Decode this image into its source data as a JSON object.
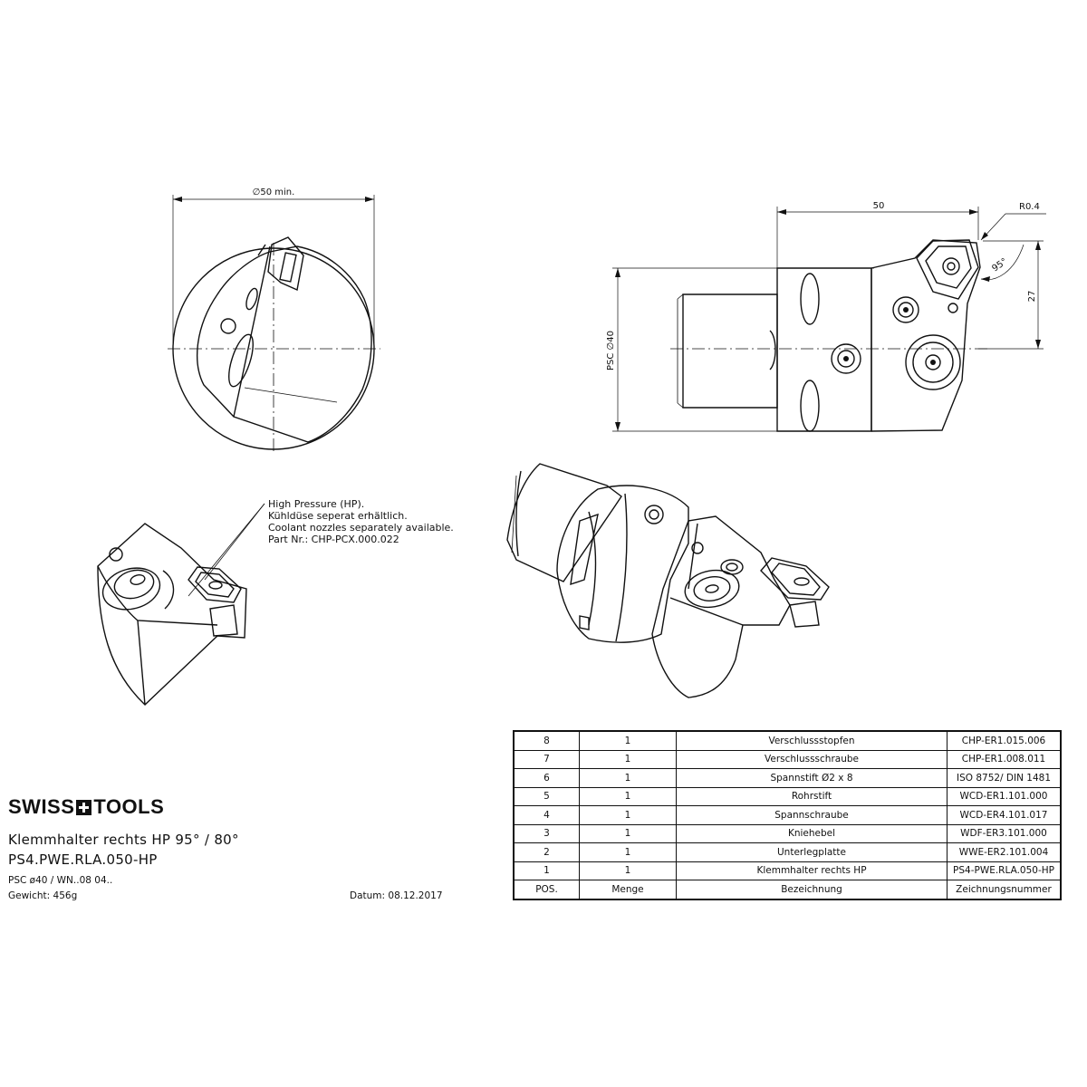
{
  "drawing": {
    "dimensions": {
      "diameter_min": "∅50 min.",
      "length_50": "50",
      "radius": "R0.4",
      "angle": "95°",
      "height_27": "27",
      "psc_diameter": "PSC ∅40"
    },
    "coolant_note": [
      "High Pressure (HP).",
      "Kühldüse seperat erhältlich.",
      "Coolant nozzles separately available.",
      "Part Nr.: CHP-PCX.000.022"
    ]
  },
  "title_block": {
    "brand_left": "SWISS",
    "brand_right": "TOOLS",
    "title": "Klemmhalter rechts HP  95° / 80°",
    "part_number": "PS4.PWE.RLA.050-HP",
    "spec": "PSC ø40 / WN..08 04..",
    "weight": "Gewicht: 456g",
    "date": "Datum: 08.12.2017"
  },
  "parts_table": {
    "rows": [
      {
        "pos": "8",
        "qty": "1",
        "name": "Verschlussstopfen",
        "drawing_no": "CHP-ER1.015.006"
      },
      {
        "pos": "7",
        "qty": "1",
        "name": "Verschlussschraube",
        "drawing_no": "CHP-ER1.008.011"
      },
      {
        "pos": "6",
        "qty": "1",
        "name": "Spannstift Ø2 x 8",
        "drawing_no": "ISO 8752/ DIN 1481"
      },
      {
        "pos": "5",
        "qty": "1",
        "name": "Rohrstift",
        "drawing_no": "WCD-ER1.101.000"
      },
      {
        "pos": "4",
        "qty": "1",
        "name": "Spannschraube",
        "drawing_no": "WCD-ER4.101.017"
      },
      {
        "pos": "3",
        "qty": "1",
        "name": "Kniehebel",
        "drawing_no": "WDF-ER3.101.000"
      },
      {
        "pos": "2",
        "qty": "1",
        "name": "Unterlegplatte",
        "drawing_no": "WWE-ER2.101.004"
      },
      {
        "pos": "1",
        "qty": "1",
        "name": "Klemmhalter rechts HP",
        "drawing_no": "PS4-PWE.RLA.050-HP"
      }
    ],
    "header": {
      "pos": "POS.",
      "qty": "Menge",
      "name": "Bezeichnung",
      "drawing_no": "Zeichnungsnummer"
    }
  }
}
